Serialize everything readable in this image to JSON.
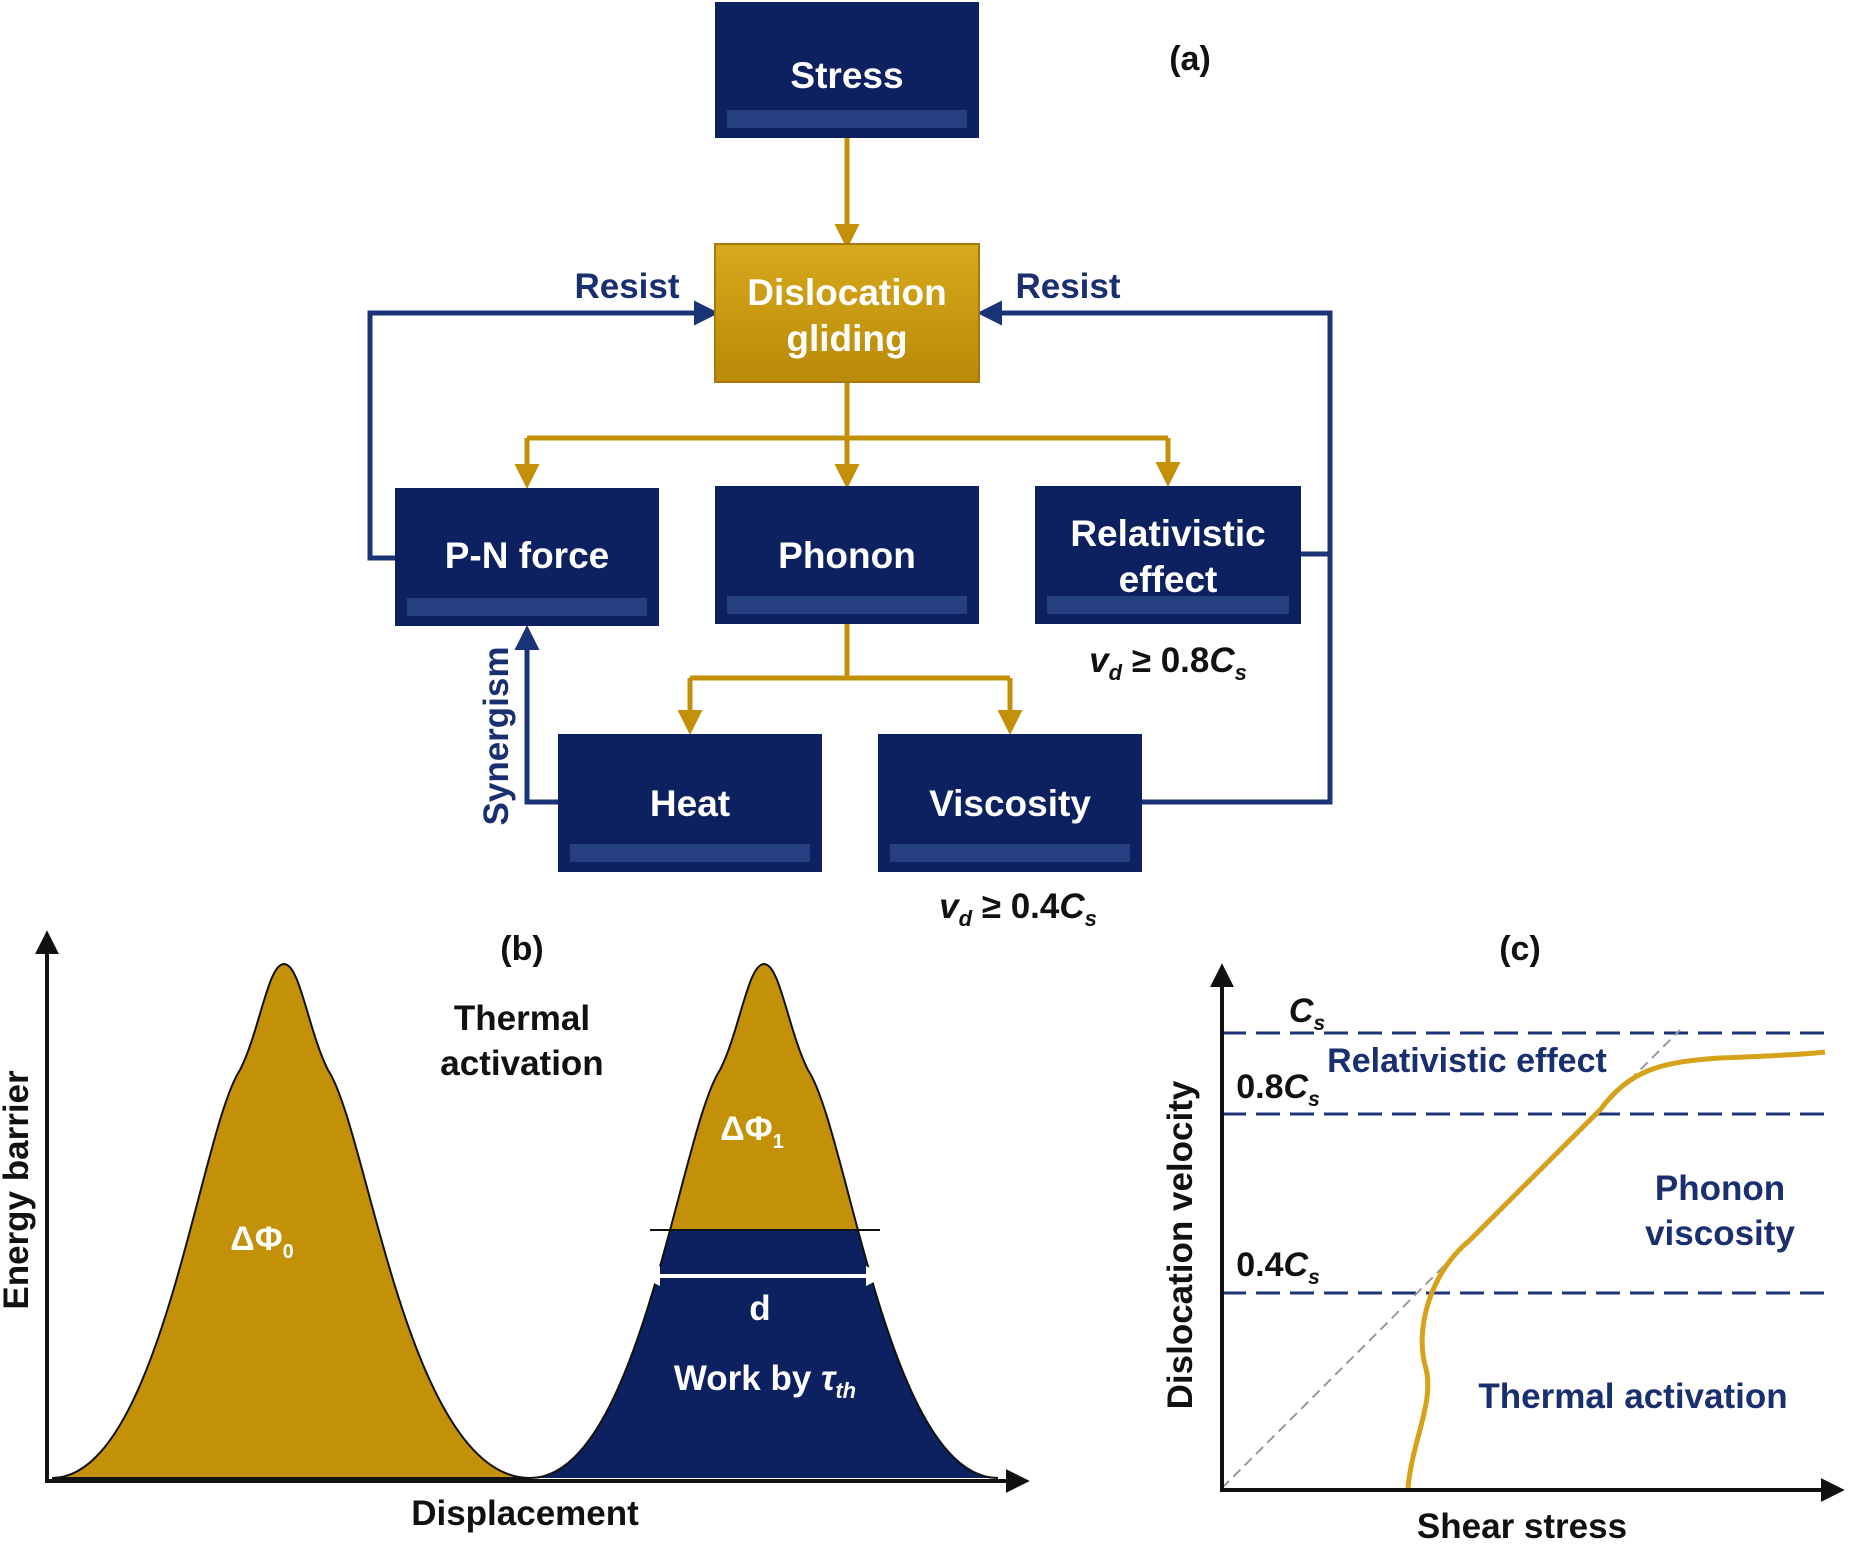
{
  "panel_labels": {
    "a": "(a)",
    "b": "(b)",
    "c": "(c)"
  },
  "colors": {
    "navy": "#0d2160",
    "gold": "#c39108",
    "line_navy": "#1b3478",
    "text_navy": "#1a2f70"
  },
  "flowchart": {
    "stress": "Stress",
    "dislocation_line1": "Dislocation",
    "dislocation_line2": "gliding",
    "pn_force": "P-N force",
    "phonon": "Phonon",
    "relativistic_line1": "Relativistic",
    "relativistic_line2": "effect",
    "heat": "Heat",
    "viscosity": "Viscosity",
    "resist_left": "Resist",
    "resist_right": "Resist",
    "synergism": "Synergism",
    "cond_relativistic": {
      "v": "v",
      "sub": "d",
      "rel": " ≥ 0.8",
      "c": "C",
      "csub": "s"
    },
    "cond_viscosity": {
      "v": "v",
      "sub": "d",
      "rel": " ≥ 0.4",
      "c": "C",
      "csub": "s"
    }
  },
  "panel_b": {
    "y_axis_label": "Energy barrier",
    "x_axis_label": "Displacement",
    "title_line1": "Thermal",
    "title_line2": "activation",
    "barrier0": {
      "main": "ΔΦ",
      "sub": "0"
    },
    "barrier1": {
      "main": "ΔΦ",
      "sub": "1"
    },
    "width_label": "d",
    "work_label": "Work by ",
    "work_symbol": "τ",
    "work_sub": "th"
  },
  "panel_c": {
    "y_axis_label": "Dislocation velocity",
    "x_axis_label": "Shear stress",
    "cs": {
      "prefix": "",
      "c": "C",
      "sub": "s"
    },
    "cs08": {
      "prefix": "0.8",
      "c": "C",
      "sub": "s"
    },
    "cs04": {
      "prefix": "0.4",
      "c": "C",
      "sub": "s"
    },
    "region_relativistic": "Relativistic effect",
    "region_phonon_line1": "Phonon",
    "region_phonon_line2": "viscosity",
    "region_thermal": "Thermal activation"
  }
}
